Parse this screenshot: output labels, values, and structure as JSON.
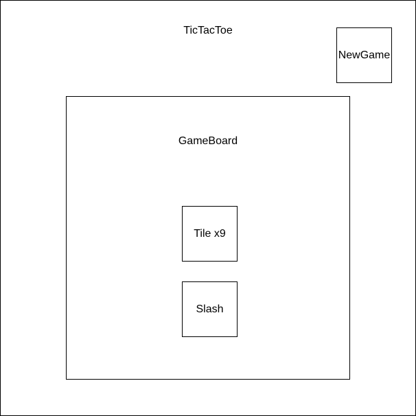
{
  "app": {
    "title": "TicTacToe",
    "new_game_label": "NewGame"
  },
  "board": {
    "label": "GameBoard",
    "tile_label": "Tile x9",
    "slash_label": "Slash"
  }
}
